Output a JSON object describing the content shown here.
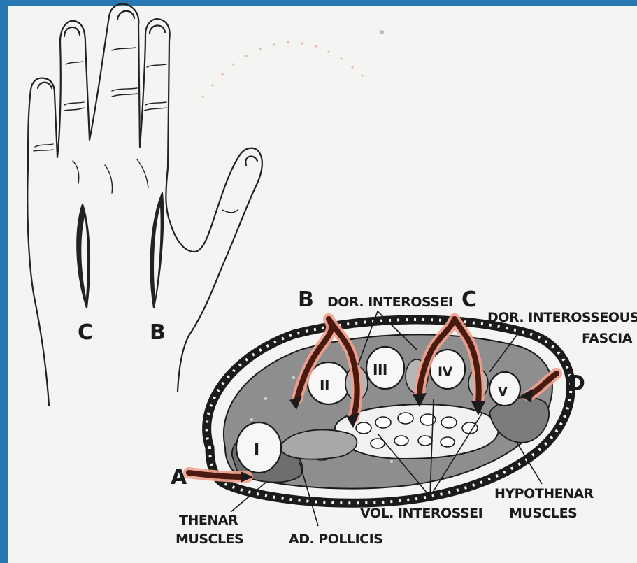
{
  "hand_labels": {
    "left_incision": "C",
    "right_incision": "B"
  },
  "section_labels": {
    "b": "B",
    "c": "C",
    "d": "D",
    "a": "A",
    "dor_interossei": "DOR. INTEROSSEI",
    "dor_fascia_line1": "DOR. INTEROSSEOUS",
    "dor_fascia_line2": "FASCIA",
    "hypothenar_line1": "HYPOTHENAR",
    "hypothenar_line2": "MUSCLES",
    "vol_interossei": "VOL. INTEROSSEI",
    "thenar_line1": "THENAR",
    "thenar_line2": "MUSCLES",
    "ad_pollicis": "AD. POLLICIS"
  },
  "metacarpals": [
    "I",
    "II",
    "III",
    "IV",
    "V"
  ],
  "colors": {
    "frame": "#2878b3",
    "paper": "#f4f5f3",
    "ink": "#1b1b1b",
    "arrow_fill": "#7a2c1c",
    "arrow_glow": "#f2a08c"
  }
}
